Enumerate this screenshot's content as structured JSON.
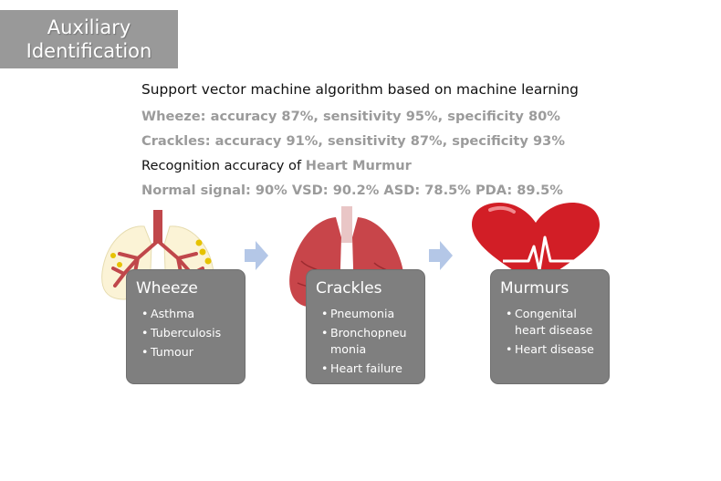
{
  "title": {
    "line1": "Auxiliary",
    "line2": "Identification"
  },
  "lines": {
    "heading": "Support vector machine algorithm based on machine learning",
    "wheeze_stats": "Wheeze: accuracy 87%, sensitivity 95%, specificity 80%",
    "crackles_stats": "Crackles: accuracy 91%, sensitivity 87%, specificity 93%",
    "recognition_prefix": "Recognition accuracy of ",
    "recognition_highlight": "Heart Murmur",
    "normal_stats": "Normal signal: 90% VSD: 90.2% ASD: 78.5% PDA: 89.5%"
  },
  "cards": [
    {
      "title": "Wheeze",
      "items": [
        "Asthma",
        "Tuberculosis",
        "Tumour"
      ]
    },
    {
      "title": "Crackles",
      "items": [
        "Pneumonia",
        "Bronchopneu monia",
        "Heart failure"
      ]
    },
    {
      "title": "Murmurs",
      "items": [
        "Congenital heart disease",
        "Heart disease"
      ]
    }
  ],
  "illustrations": [
    "lungs-bronchi-icon",
    "lungs-anatomy-icon",
    "heart-ecg-icon"
  ],
  "colors": {
    "title_bg": "#999999",
    "stat_grey": "#9b9b9b",
    "card_bg": "#7f7f7f",
    "arrow": "#b4c7e7",
    "heart_red": "#d21e26",
    "lung_red": "#c8454a"
  }
}
